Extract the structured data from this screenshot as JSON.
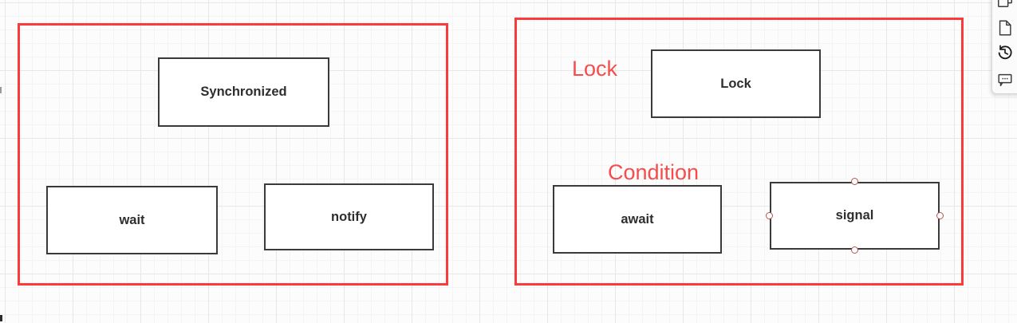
{
  "colors": {
    "container_border": "#f93b3b",
    "annotation_text": "#f84b4b",
    "node_border": "#3a3a3a",
    "node_text": "#2e2e2e",
    "connection_point_stroke": "#b85450",
    "grid_minor": "#f4f4f4",
    "grid_major": "#e7e7e7"
  },
  "diagram": {
    "left_container": {
      "nodes": [
        {
          "id": "synchronized",
          "label": "Synchronized"
        },
        {
          "id": "wait",
          "label": "wait"
        },
        {
          "id": "notify",
          "label": "notify"
        }
      ]
    },
    "right_container": {
      "area_labels": [
        {
          "id": "lock-area",
          "text": "Lock"
        },
        {
          "id": "condition-area",
          "text": "Condition"
        }
      ],
      "nodes": [
        {
          "id": "lock",
          "label": "Lock"
        },
        {
          "id": "await",
          "label": "await"
        },
        {
          "id": "signal",
          "label": "signal",
          "connection_points": [
            "top",
            "bottom",
            "left",
            "right"
          ]
        }
      ]
    }
  },
  "toolbar": {
    "icons": [
      {
        "name": "copy-icon"
      },
      {
        "name": "new-page-icon"
      },
      {
        "name": "history-icon"
      },
      {
        "name": "comment-icon"
      }
    ]
  }
}
